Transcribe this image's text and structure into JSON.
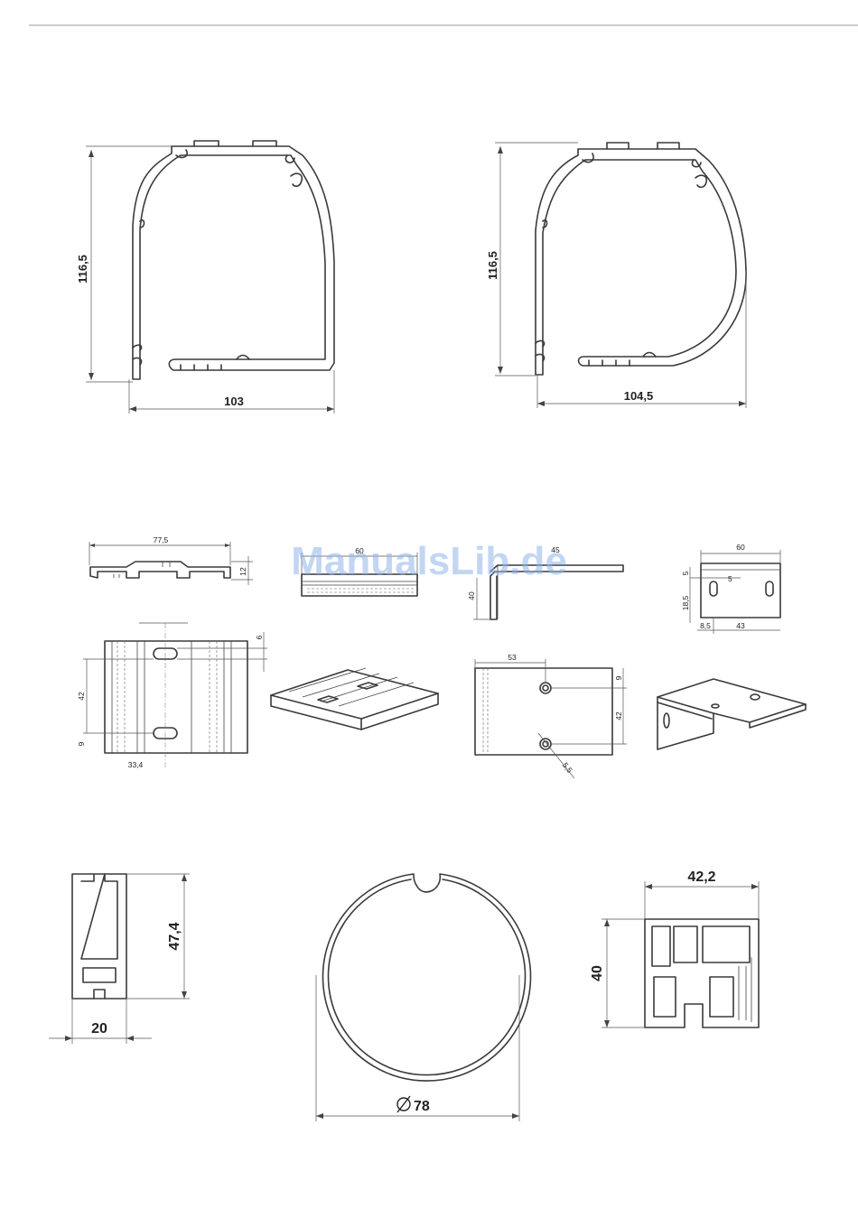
{
  "watermark": "ManualsLib.de",
  "colors": {
    "line": "#3a3a3a",
    "watermark": "#8fb4ea"
  },
  "profiles": {
    "cassette_square": {
      "height": "116,5",
      "width": "103"
    },
    "cassette_round": {
      "height": "116,5",
      "width": "104,5"
    }
  },
  "brackets": {
    "wall_bracket": {
      "width": "77,5",
      "height": "12",
      "slot_width": "6",
      "hole_spacing": "42",
      "edge": "9",
      "length": "33,4"
    },
    "clip_bar": {
      "width": "60"
    },
    "angle_bracket_side": {
      "top": "45",
      "height": "40"
    },
    "angle_bracket_top": {
      "width": "60",
      "slot": "5",
      "slot_height": "18,5",
      "offset_top": "5",
      "offset_left": "8,5",
      "hole_spacing": "43"
    },
    "flat_plate": {
      "width": "53",
      "edge": "9",
      "spacing": "42",
      "hole": "5,5"
    }
  },
  "small_profiles": {
    "bottom_bar": {
      "height": "47,4",
      "width": "20"
    },
    "tube": {
      "diameter": "78"
    },
    "guide": {
      "width": "42,2",
      "height": "40"
    }
  }
}
